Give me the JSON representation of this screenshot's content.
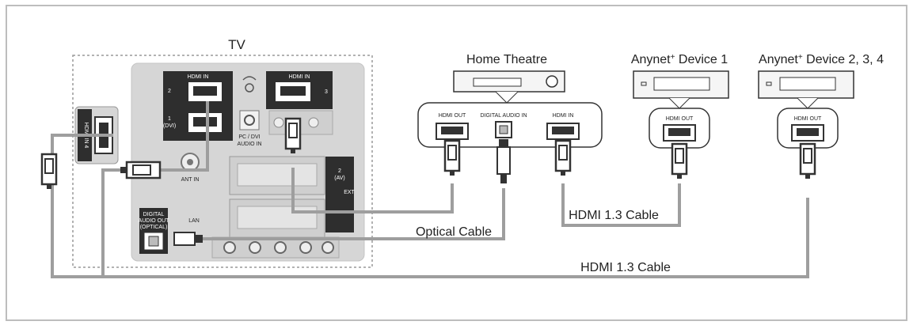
{
  "diagram": {
    "tv_title": "TV",
    "devices": {
      "home_theatre": "Home Theatre",
      "anynet1_pre": "Anynet",
      "anynet1_post": " Device 1",
      "anynet2_pre": "Anynet",
      "anynet2_post": " Device 2, 3, 4",
      "plus_sign": "+"
    },
    "tv_ports": {
      "hdmi_in_top_left": "HDMI IN",
      "hdmi_in_top_right": "HDMI IN",
      "port_2": "2",
      "port_1": "1",
      "port_1_dvi": "(DVI)",
      "port_3": "3",
      "hdmi_in_4": "HDMI IN 4",
      "pc_dvi_1": "PC / DVI",
      "pc_dvi_2": "AUDIO IN",
      "ant_in": "ANT IN",
      "lan": "LAN",
      "optical_1": "DIGITAL",
      "optical_2": "AUDIO OUT",
      "optical_3": "(OPTICAL)",
      "ext_2": "2",
      "ext_av": "(AV)",
      "ext": "EXT",
      "headphone_icon": "headphone-icon"
    },
    "ht_ports": {
      "hdmi_out": "HDMI OUT",
      "digital_audio_in": "DIGITAL AUDIO IN",
      "hdmi_in": "HDMI IN"
    },
    "device_ports": {
      "d1_hdmi_out": "HDMI OUT",
      "d2_hdmi_out": "HDMI OUT"
    },
    "cables": {
      "optical": "Optical Cable",
      "hdmi_upper": "HDMI 1.3 Cable",
      "hdmi_lower": "HDMI 1.3 Cable"
    },
    "colors": {
      "cable": "#9e9e9e",
      "panel": "#d6d6d6",
      "dark_panel": "#2e2e2e",
      "plug": "#3a3a3a",
      "border": "#bdbdbd"
    }
  }
}
